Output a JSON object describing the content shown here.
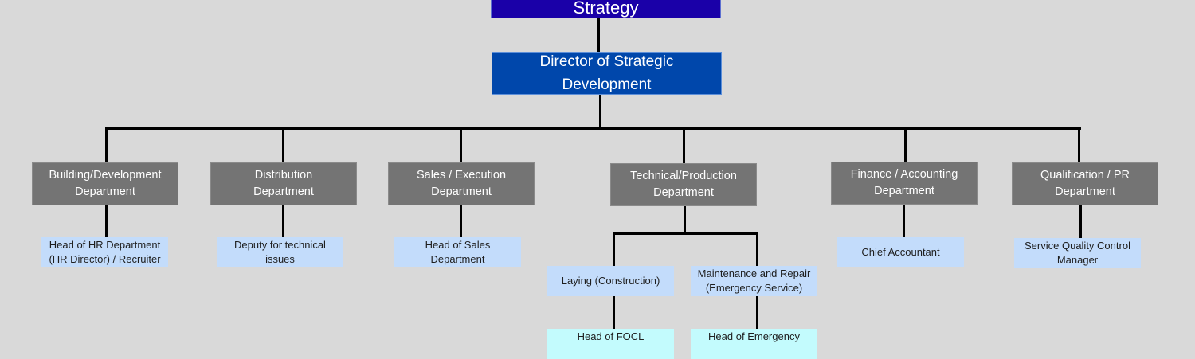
{
  "top_box": {
    "label": "Strategy",
    "color": "#1a00a8"
  },
  "director": {
    "label": "Director of Strategic\nDevelopment",
    "color": "#0047ab"
  },
  "departments": [
    {
      "label": "Building/Development\nDepartment",
      "role": "Head of HR Department\n(HR Director) / Recruiter"
    },
    {
      "label": "Distribution\nDepartment",
      "role": "Deputy for technical\nissues"
    },
    {
      "label": "Sales / Execution\nDepartment",
      "role": "Head of Sales\nDepartment"
    },
    {
      "label": "Technical/Production\nDepartment",
      "units": [
        {
          "label": "Laying (Construction)",
          "head": "Head of FOCL"
        },
        {
          "label": "Maintenance and Repair\n(Emergency Service)",
          "head": "Head of Emergency"
        }
      ]
    },
    {
      "label": "Finance / Accounting\nDepartment",
      "role": "Chief Accountant"
    },
    {
      "label": "Qualification / PR\nDepartment",
      "role": "Service Quality Control\nManager"
    }
  ],
  "colors": {
    "department": "#747474",
    "role": "#c3dcfb",
    "sub_head": "#c3fbfd",
    "connector": "#000000",
    "background": "#d9d9d9"
  }
}
